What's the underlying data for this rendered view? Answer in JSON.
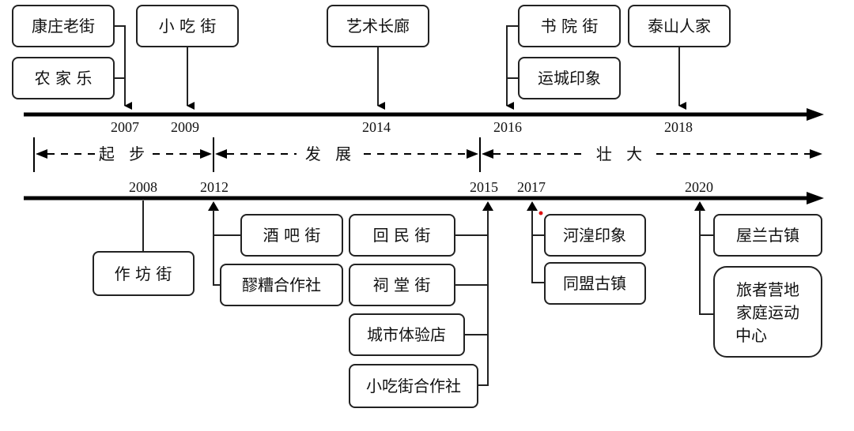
{
  "top_boxes": {
    "kangzhuang": "康庄老街",
    "nongjiale": "农 家 乐",
    "xiaochi": "小 吃 街",
    "yishu": "艺术长廊",
    "shuyuan": "书 院 街",
    "yuncheng": "运城印象",
    "taishan": "泰山人家"
  },
  "top_years": {
    "y2007": "2007",
    "y2009": "2009",
    "y2014": "2014",
    "y2016": "2016",
    "y2018": "2018"
  },
  "phases": {
    "start": "起 步",
    "develop": "发 展",
    "grow": "壮 大"
  },
  "bottom_years": {
    "y2008": "2008",
    "y2012": "2012",
    "y2015": "2015",
    "y2017": "2017",
    "y2020": "2020"
  },
  "bottom_boxes": {
    "zuofang": "作 坊 街",
    "jiuba": "酒 吧 街",
    "lizao": "醪糟合作社",
    "huimin": "回 民 街",
    "citang": "祠 堂 街",
    "chengshi": "城市体验店",
    "xiaochi_coop": "小吃街合作社",
    "hehuang": "河湟印象",
    "tongmeng": "同盟古镇",
    "wulan": "屋兰古镇",
    "lvzhe_line1": "旅者营地",
    "lvzhe_line2": "家庭运动",
    "lvzhe_line3": "中心"
  }
}
